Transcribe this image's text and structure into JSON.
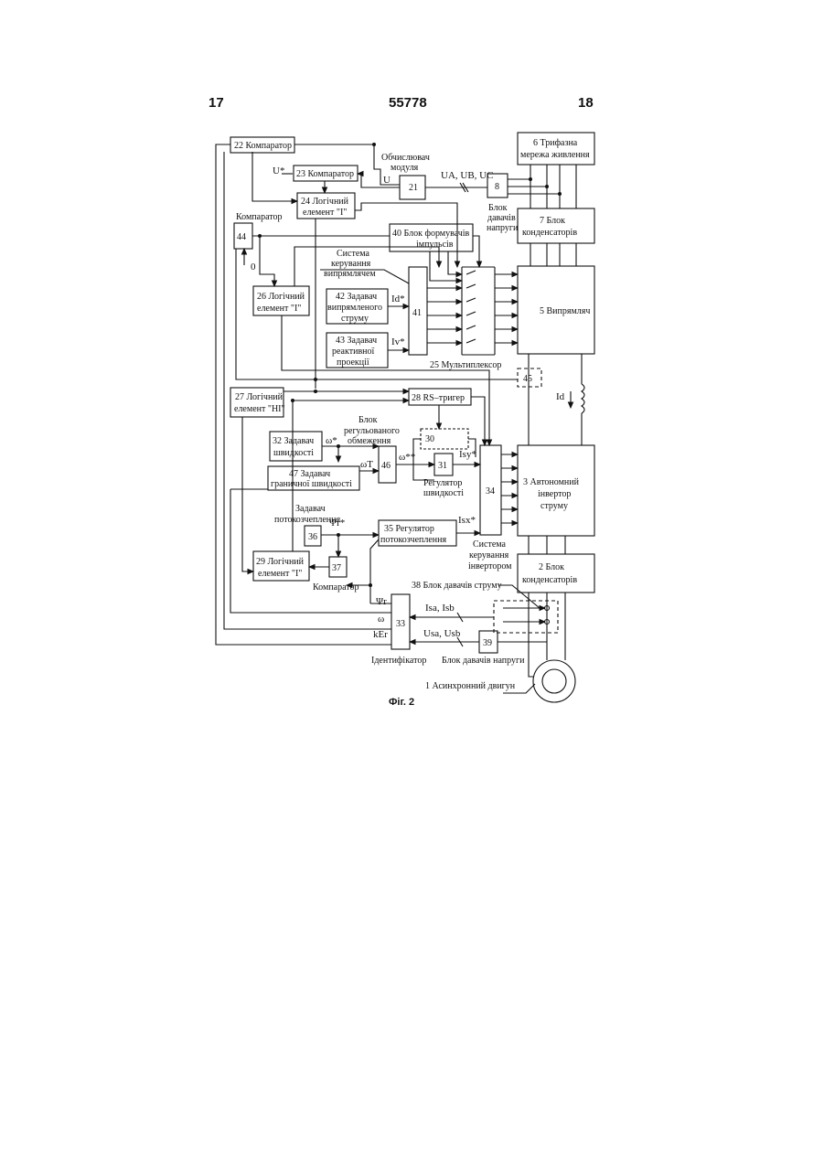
{
  "header": {
    "page_left": "17",
    "patent_number": "55778",
    "page_right": "18"
  },
  "figure_caption": "Фіг. 2",
  "blocks": {
    "b22": "22 Компаратор",
    "b23": "23 Компаратор",
    "b24_1": "24 Логічний",
    "b24_2": "елемент \"І\"",
    "b21": "21",
    "b21_label_1": "Обчислювач",
    "b21_label_2": "модуля",
    "b8": "8",
    "b8_label_1": "Блок",
    "b8_label_2": "давачів",
    "b8_label_3": "напруги",
    "b6_1": "6 Трифазна",
    "b6_2": "мережа живлення",
    "b7_1": "7 Блок",
    "b7_2": "конденсаторів",
    "b44": "44",
    "b44_label": "Компаратор",
    "b40_1": "40 Блок формувачів",
    "b40_2": "імпульсів",
    "sys_rect_1": "Система",
    "sys_rect_2": "керування",
    "sys_rect_3": "випрямлячем",
    "b26_1": "26 Логічний",
    "b26_2": "елемент \"І\"",
    "b42_1": "42 Задавач",
    "b42_2": "випрямленого",
    "b42_3": "струму",
    "b43_1": "43 Задавач",
    "b43_2": "реактивної",
    "b43_3": "проекції",
    "b41": "41",
    "b25": "25 Мультиплексор",
    "b5": "5 Випрямляч",
    "b45": "45",
    "b27_1": "27 Логічний",
    "b27_2": "елемент \"НІ\"",
    "b28": "28 RS–тригер",
    "b30": "30",
    "blk_lim_1": "Блок",
    "blk_lim_2": "регульованого",
    "blk_lim_3": "обмеження",
    "b32_1": "32 Задавач",
    "b32_2": "швидкості",
    "b46": "46",
    "b31": "31",
    "b31_label_1": "Регулятор",
    "b31_label_2": "швидкості",
    "b47_1": "47 Задавач",
    "b47_2": "граничної швидкості",
    "b34": "34",
    "sys_inv_1": "Система",
    "sys_inv_2": "керування",
    "sys_inv_3": "інвертором",
    "b3_1": "3 Автономний",
    "b3_2": "інвертор",
    "b3_3": "струму",
    "b36": "36",
    "b36_label_1": "Задавач",
    "b36_label_2": "потокозчеплення",
    "b35_1": "35 Регулятор",
    "b35_2": "потокозчеплення",
    "b37": "37",
    "b37_label": "Компаратор",
    "b29_1": "29 Логічний",
    "b29_2": "елемент \"І\"",
    "b2_1": "2 Блок",
    "b2_2": "конденсаторів",
    "b38": "38 Блок давачів струму",
    "b33": "33",
    "b33_label": "Ідентифікатор",
    "b39": "39",
    "b39_label": "Блок давачів напруги",
    "b1": "1 Асинхронний  двигун"
  },
  "signals": {
    "u_star": "U*",
    "u": "U",
    "uabc": "UA, UB, UC",
    "zero": "0",
    "id_star": "Id*",
    "iv_star": "Iv*",
    "id": "Id",
    "omega_star": "ω*",
    "omega_t": "ωT",
    "omega_2star": "ω**",
    "isy_star": "Isy*",
    "isx_star": "Isx*",
    "psi_r_star": "Ψr*",
    "psi_r": "Ψr",
    "omega": "ω",
    "ker": "kEr",
    "isa_isb": "Isa, Isb",
    "usa_usb": "Usa, Usb"
  }
}
